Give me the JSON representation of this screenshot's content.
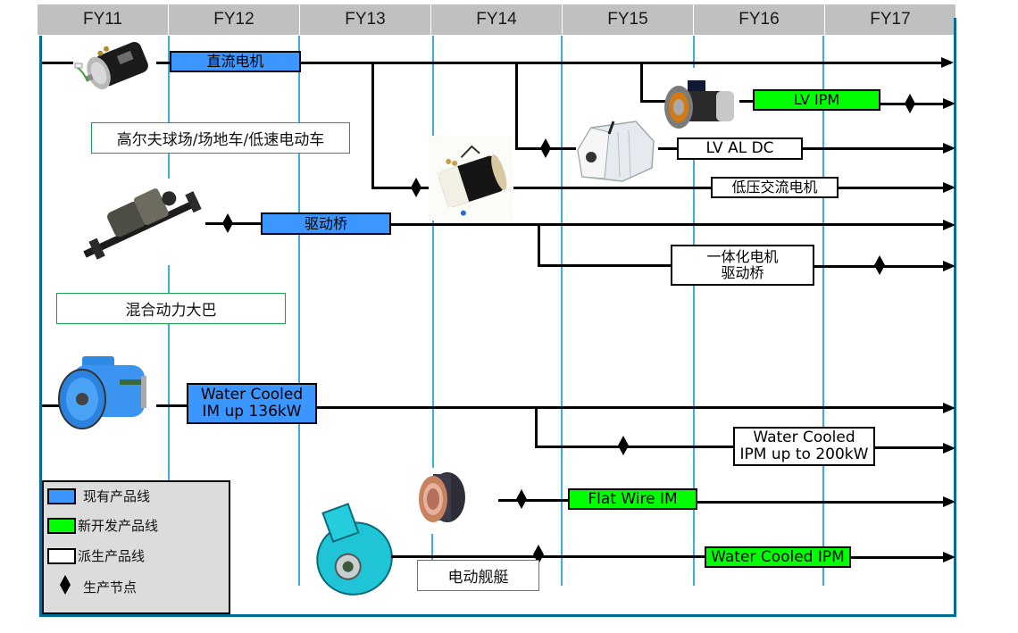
{
  "timeline": {
    "years": [
      "FY11",
      "FY12",
      "FY13",
      "FY14",
      "FY15",
      "FY16",
      "FY17"
    ]
  },
  "segments": {
    "golf": "高尔夫球场/场地车/低速电动车",
    "hybrid_bus": "混合动力大巴",
    "electric_boat": "电动舰艇"
  },
  "product_lines": [
    {
      "id": "dc-motor",
      "label": "直流电机",
      "type": "existing",
      "image": "dc-motor-image"
    },
    {
      "id": "lv-ipm",
      "label": "LV IPM",
      "type": "new",
      "image": "lv-ipm-motor-image",
      "milestone": "FY17"
    },
    {
      "id": "lv-al-dc",
      "label": "LV AL DC",
      "type": "derived",
      "image": "lv-al-dc-motor-image",
      "milestone": "FY14"
    },
    {
      "id": "lv-ac-motor",
      "label": "低压交流电机",
      "type": "derived",
      "image": "ac-motor-image",
      "milestone": "FY13"
    },
    {
      "id": "drive-axle",
      "label": "驱动桥",
      "type": "existing",
      "image": "drive-axle-image",
      "milestone": "FY12"
    },
    {
      "id": "integrated-axle",
      "label_line1": "一体化电机",
      "label_line2": "驱动桥",
      "type": "derived",
      "milestone": "FY17"
    },
    {
      "id": "wc-im",
      "label_line1": "Water Cooled",
      "label_line2": "IM up 136kW",
      "type": "existing",
      "image": "blue-im-motor-image"
    },
    {
      "id": "wc-ipm-200",
      "label_line1": "Water Cooled",
      "label_line2": "IPM up to 200kW",
      "type": "derived",
      "milestone": "FY15"
    },
    {
      "id": "flat-wire-im",
      "label": "Flat Wire IM",
      "type": "new",
      "image": "stator-image",
      "milestone": "FY14"
    },
    {
      "id": "wc-ipm",
      "label": "Water Cooled IPM",
      "type": "new",
      "image": "cyan-housing-image",
      "milestone": "FY14"
    }
  ],
  "legend": {
    "existing": "现有产品线",
    "new": "新开发产品线",
    "derived": "派生产品线",
    "milestone": "生产节点"
  },
  "colors": {
    "existing": "#3c96ff",
    "new": "#00ff00",
    "derived": "#ffffff",
    "header": "#c0c0c0",
    "frame": "#006e96",
    "grid": "#3aaee0",
    "segment_border": "#1aa14f",
    "legend_bg": "#dcdcdc"
  }
}
